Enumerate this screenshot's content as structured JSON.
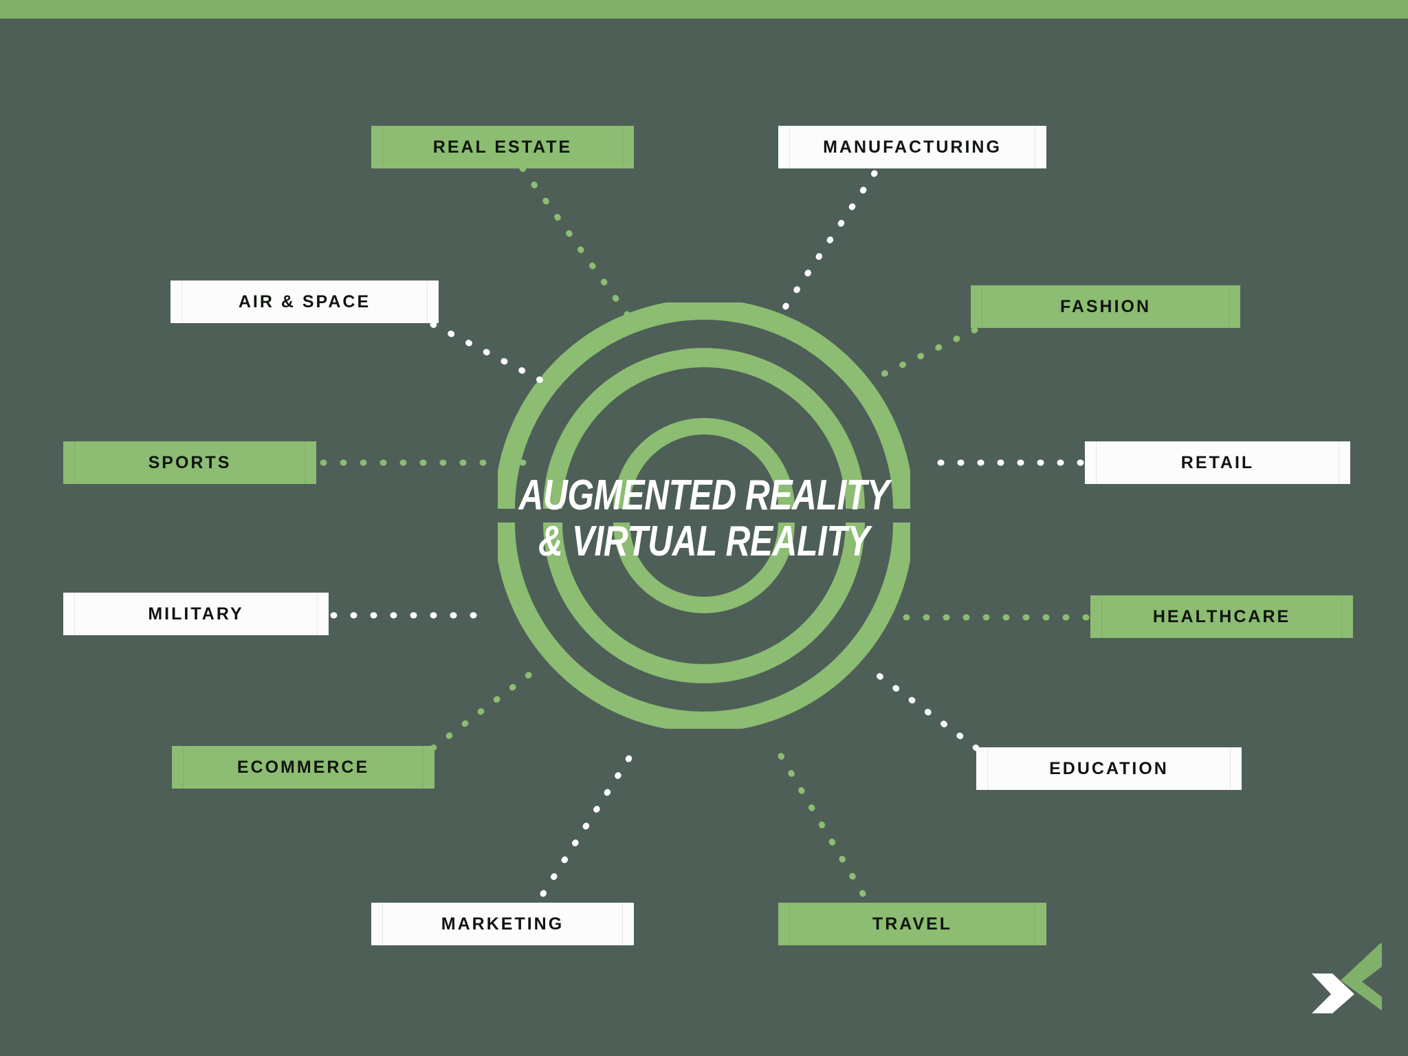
{
  "page": {
    "title": "Augmented Reality & Virtual Reality Industries",
    "background_color": "#4e5f57",
    "accent_color": "#8cbd72",
    "top_bar_color": "#81b06a"
  },
  "center": {
    "title_line_1": "AUGMENTED REALITY",
    "title_line_2": "& VIRTUAL REALITY",
    "title_color": "#ffffff",
    "rings": {
      "count": 3,
      "color": "#8cbd72"
    }
  },
  "logo": {
    "name": "chevron-logo",
    "chevron_white_color": "#ffffff",
    "chevron_green_color": "#81b06a"
  },
  "labels": [
    {
      "id": "real-estate",
      "text": "REAL ESTATE",
      "style": "green",
      "connector_color": "#8cbd72"
    },
    {
      "id": "manufacturing",
      "text": "MANUFACTURING",
      "style": "white",
      "connector_color": "#ffffff"
    },
    {
      "id": "air-and-space",
      "text": "AIR & SPACE",
      "style": "white",
      "connector_color": "#ffffff"
    },
    {
      "id": "fashion",
      "text": "FASHION",
      "style": "green",
      "connector_color": "#8cbd72"
    },
    {
      "id": "sports",
      "text": "SPORTS",
      "style": "green",
      "connector_color": "#8cbd72"
    },
    {
      "id": "retail",
      "text": "RETAIL",
      "style": "white",
      "connector_color": "#ffffff"
    },
    {
      "id": "military",
      "text": "MILITARY",
      "style": "white",
      "connector_color": "#ffffff"
    },
    {
      "id": "healthcare",
      "text": "HEALTHCARE",
      "style": "green",
      "connector_color": "#8cbd72"
    },
    {
      "id": "ecommerce",
      "text": "ECOMMERCE",
      "style": "green",
      "connector_color": "#8cbd72"
    },
    {
      "id": "education",
      "text": "EDUCATION",
      "style": "white",
      "connector_color": "#ffffff"
    },
    {
      "id": "marketing",
      "text": "MARKETING",
      "style": "white",
      "connector_color": "#ffffff"
    },
    {
      "id": "travel",
      "text": "TRAVEL",
      "style": "green",
      "connector_color": "#8cbd72"
    }
  ]
}
